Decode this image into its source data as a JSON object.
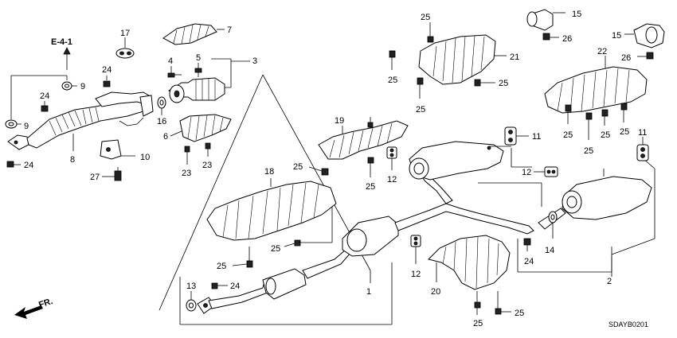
{
  "reference": "E-4-1",
  "direction_label": "FR.",
  "diagram_code": "SDAYB0201",
  "labels": {
    "l1": "1",
    "l2": "2",
    "l3": "3",
    "l4": "4",
    "l5": "5",
    "l6": "6",
    "l7": "7",
    "l8": "8",
    "l9a": "9",
    "l9b": "9",
    "l10": "10",
    "l11a": "11",
    "l11b": "11",
    "l12a": "12",
    "l12b": "12",
    "l12c": "12",
    "l13": "13",
    "l14": "14",
    "l15a": "15",
    "l15b": "15",
    "l16": "16",
    "l17": "17",
    "l18": "18",
    "l19": "19",
    "l20": "20",
    "l21": "21",
    "l22": "22",
    "l23a": "23",
    "l23b": "23",
    "l24a": "24",
    "l24b": "24",
    "l24c": "24",
    "l24d": "24",
    "l24e": "24",
    "l25a": "25",
    "l25b": "25",
    "l25c": "25",
    "l25d": "25",
    "l25e": "25",
    "l25f": "25",
    "l25g": "25",
    "l25h": "25",
    "l25i": "25",
    "l25j": "25",
    "l25k": "25",
    "l25l": "25",
    "l25m": "25",
    "l25n": "25",
    "l26a": "26",
    "l26b": "26",
    "l27": "27"
  }
}
